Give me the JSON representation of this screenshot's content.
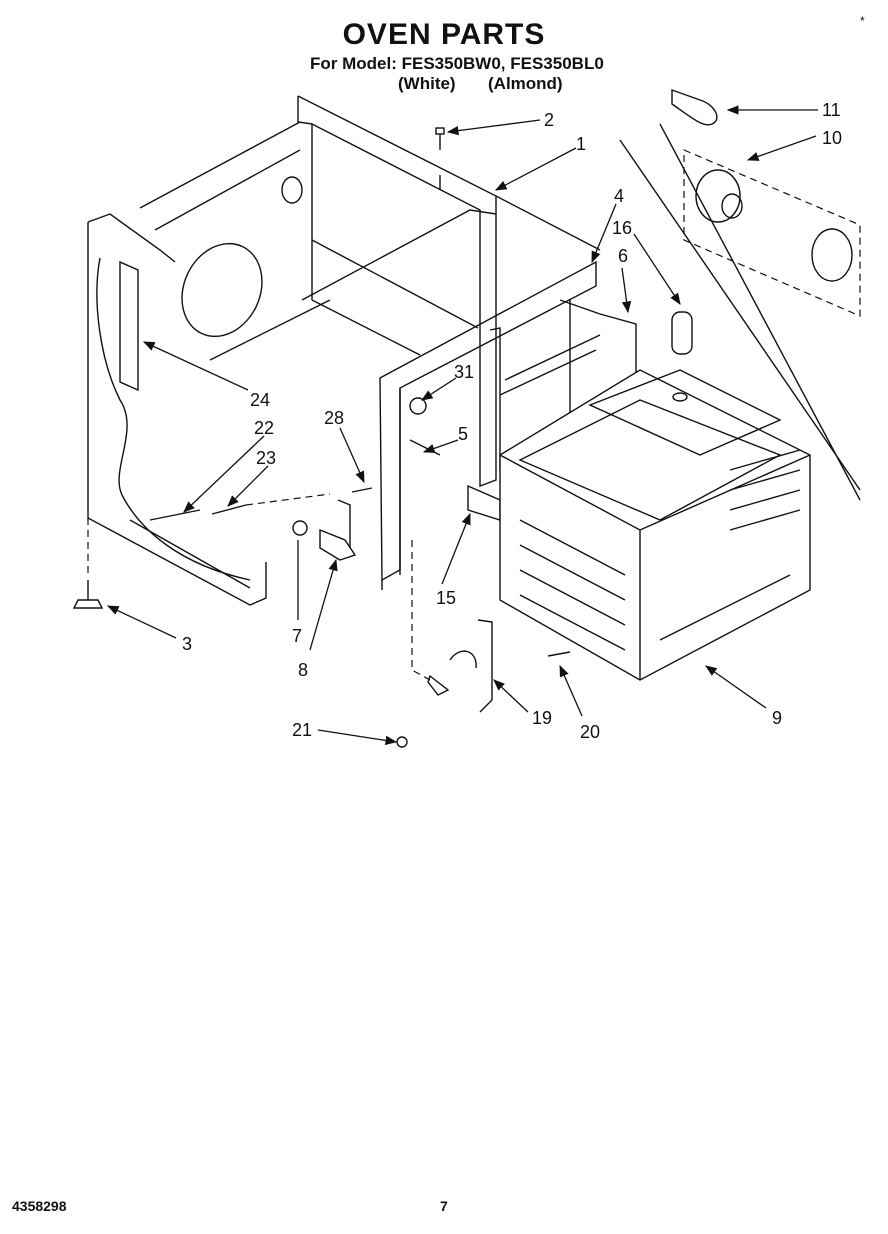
{
  "header": {
    "title": "OVEN PARTS",
    "model_line": "For Model: FES350BW0, FES350BL0",
    "variant_white": "(White)",
    "variant_almond": "(Almond)"
  },
  "corner_mark": "*",
  "callouts": [
    "1",
    "2",
    "3",
    "4",
    "5",
    "6",
    "7",
    "8",
    "9",
    "10",
    "11",
    "15",
    "16",
    "19",
    "20",
    "21",
    "22",
    "23",
    "24",
    "28",
    "31"
  ],
  "footer": {
    "doc_number": "4358298",
    "page_number": "7"
  }
}
